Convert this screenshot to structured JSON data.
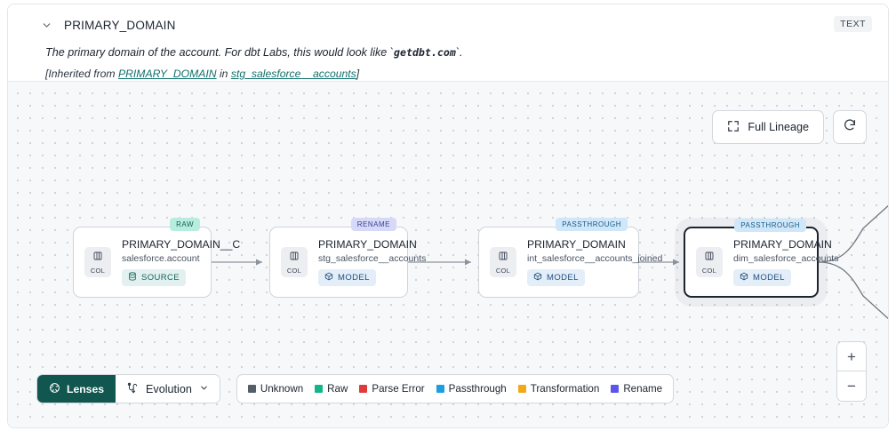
{
  "header": {
    "chevron_icon": "chevron-down-icon",
    "column_title": "PRIMARY_DOMAIN",
    "type_badge": "TEXT",
    "description_pre": "The primary domain of the account. For dbt Labs, this would look like `",
    "description_code": "getdbt.com",
    "description_post": "`.",
    "inherited_prefix": "[Inherited from ",
    "inherited_link_1": "PRIMARY_DOMAIN",
    "inherited_middle": " in ",
    "inherited_link_2": "stg_salesforce__accounts",
    "inherited_suffix": "]"
  },
  "canvas": {
    "full_lineage_label": "Full Lineage",
    "full_lineage_icon": "expand-corners-icon",
    "refresh_icon": "refresh-icon",
    "zoom_in_label": "+",
    "zoom_out_label": "−"
  },
  "nodes": [
    {
      "tag": "RAW",
      "tag_kind": "raw",
      "col_icon": "columns-icon",
      "col_label": "COL",
      "name": "PRIMARY_DOMAIN__C",
      "subtitle": "salesforce.account",
      "kind_label": "SOURCE",
      "kind_icon": "database-icon",
      "kind_class": "source",
      "selected": false
    },
    {
      "tag": "RENAME",
      "tag_kind": "rename",
      "col_icon": "columns-icon",
      "col_label": "COL",
      "name": "PRIMARY_DOMAIN",
      "subtitle": "stg_salesforce__accounts",
      "kind_label": "MODEL",
      "kind_icon": "cube-icon",
      "kind_class": "model",
      "selected": false
    },
    {
      "tag": "PASSTHROUGH",
      "tag_kind": "passthrough",
      "col_icon": "columns-icon",
      "col_label": "COL",
      "name": "PRIMARY_DOMAIN",
      "subtitle": "int_salesforce__accounts_joined",
      "kind_label": "MODEL",
      "kind_icon": "cube-icon",
      "kind_class": "model",
      "selected": false
    },
    {
      "tag": "PASSTHROUGH",
      "tag_kind": "passthrough",
      "col_icon": "columns-icon",
      "col_label": "COL",
      "name": "PRIMARY_DOMAIN",
      "subtitle": "dim_salesforce_accounts",
      "kind_label": "MODEL",
      "kind_icon": "cube-icon",
      "kind_class": "model",
      "selected": true
    }
  ],
  "toolbar": {
    "lenses_label": "Lenses",
    "lenses_icon": "aperture-icon",
    "evolution_label": "Evolution",
    "evolution_icon": "evolution-icon",
    "evolution_chevron_icon": "chevron-down-icon"
  },
  "legend": [
    {
      "label": "Unknown",
      "color": "#555e68"
    },
    {
      "label": "Raw",
      "color": "#11b589"
    },
    {
      "label": "Parse Error",
      "color": "#e03b3b"
    },
    {
      "label": "Passthrough",
      "color": "#1a9fe0"
    },
    {
      "label": "Transformation",
      "color": "#f0a919"
    },
    {
      "label": "Rename",
      "color": "#5b55e8"
    }
  ]
}
